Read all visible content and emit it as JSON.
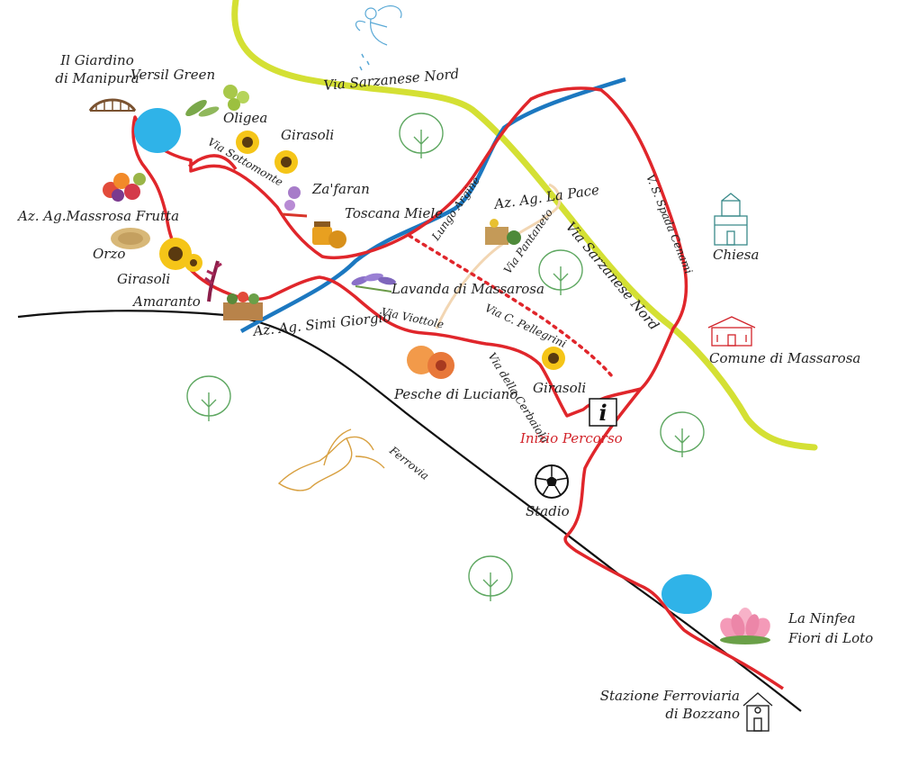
{
  "colors": {
    "route": "#e0262b",
    "main_road": "#d4e034",
    "river": "#1c78c0",
    "railway": "#111111",
    "path": "#f2d6b3",
    "lake": "#2fb3e8",
    "tree": "#5fa862",
    "start_label": "#d2232a"
  },
  "labels": {
    "giardino_line1": "Il Giardino",
    "giardino_line2": "di Manipura",
    "versil_green": "Versil Green",
    "oligea": "Oligea",
    "girasoli_1": "Girasoli",
    "via_sottomonte": "Via Sottomonte",
    "zafaran": "Za'faran",
    "toscana_miele": "Toscana Miele",
    "massarosa_frutta": "Az. Ag.Massrosa Frutta",
    "orzo": "Orzo",
    "girasoli_2": "Girasoli",
    "amaranto": "Amaranto",
    "simi_giorgio": "Az. Ag. Simi Giorgio",
    "lungo_argine": "Lungo Argine",
    "la_pace": "Az. Ag. La Pace",
    "via_pantaneto": "Via Pantaneto",
    "lavanda": "Lavanda di Massarosa",
    "via_viottole": "Via Viottole",
    "via_pellegrini": "Via C. Pellegrini",
    "pesche": "Pesche di Luciano",
    "via_cerbaiola": "Via della Cerbaiola",
    "girasoli_3": "Girasoli",
    "inizio": "Inizio Percorso",
    "info_glyph": "i",
    "via_sarzanese_nord_top": "Via Sarzanese Nord",
    "via_sarzanese_nord_diag": "Via Sarzanese Nord",
    "via_spada": "V. S. Spada Cenami",
    "chiesa": "Chiesa",
    "comune": "Comune di Massarosa",
    "ferrovia": "Ferrovia",
    "stadio": "Stadio",
    "ninfea_line1": "La Ninfea",
    "ninfea_line2": "Fiori di Loto",
    "stazione_line1": "Stazione Ferroviaria",
    "stazione_line2": "di Bozzano"
  }
}
